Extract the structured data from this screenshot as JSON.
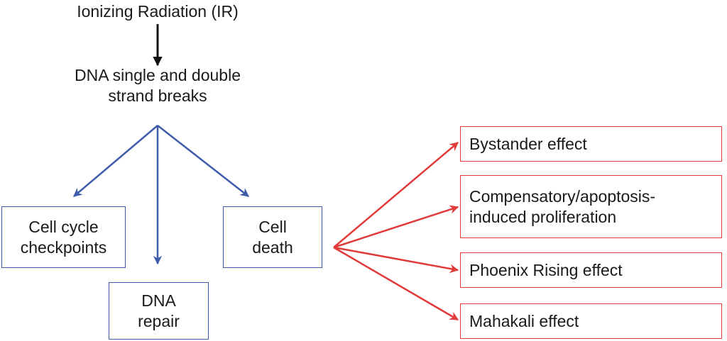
{
  "diagram": {
    "root": {
      "line1": "Ionizing Radiation (IR)"
    },
    "dna_breaks": {
      "line1": "DNA single and double",
      "line2": "strand breaks"
    },
    "responses": {
      "checkpoints": {
        "line1": "Cell cycle",
        "line2": "checkpoints"
      },
      "repair": {
        "line1": "DNA",
        "line2": "repair"
      },
      "death": {
        "line1": "Cell",
        "line2": "death"
      }
    },
    "effects": {
      "bystander": {
        "line1": "Bystander effect"
      },
      "compensatory": {
        "line1": "Compensatory/apoptosis-",
        "line2": "induced proliferation"
      },
      "phoenix": {
        "line1": "Phoenix Rising effect"
      },
      "mahakali": {
        "line1": "Mahakali effect"
      }
    },
    "colors": {
      "black_arrow": "#111111",
      "blue_arrow": "#3f5bab",
      "red_arrow": "#e03a3a",
      "text": "#1a1a1a"
    }
  }
}
